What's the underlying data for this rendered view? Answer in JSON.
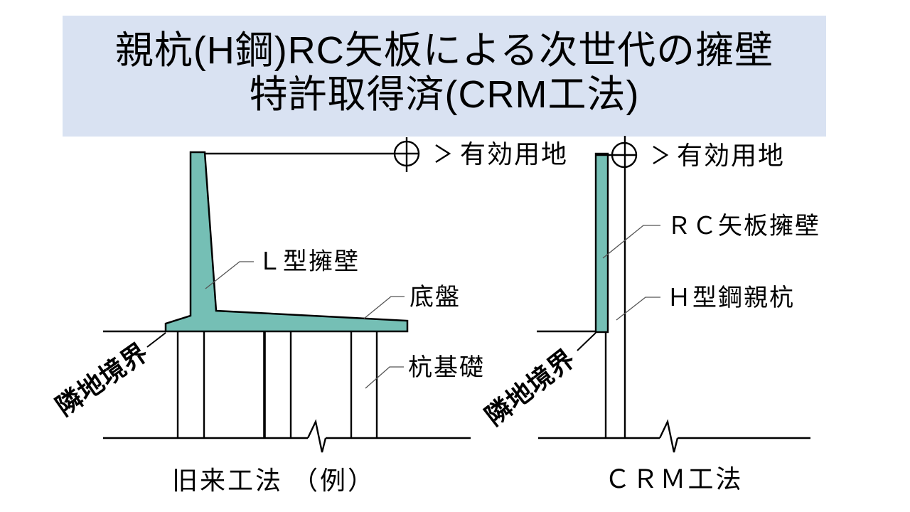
{
  "slide": {
    "title": {
      "line1": "親杭(H鋼)RC矢板による次世代の擁壁",
      "line2": "特許取得済(CRM工法)"
    },
    "colors": {
      "title_band": "#d9e2f2",
      "wall_fill": "#75bfb5",
      "line": "#000000",
      "leader": "#555555"
    },
    "left_diagram": {
      "caption": "旧来工法 （例）",
      "labels": {
        "effective_land": "有効用地",
        "l_wall": "Ｌ型擁壁",
        "base_slab": "底盤",
        "pile_foundation": "杭基礎",
        "boundary": "隣地境界"
      }
    },
    "right_diagram": {
      "caption": "ＣＲＭ工法",
      "labels": {
        "effective_land": "有効用地",
        "rc_wall": "ＲＣ矢板擁壁",
        "h_pile": "Ｈ型鋼親杭",
        "boundary": "隣地境界"
      }
    }
  }
}
